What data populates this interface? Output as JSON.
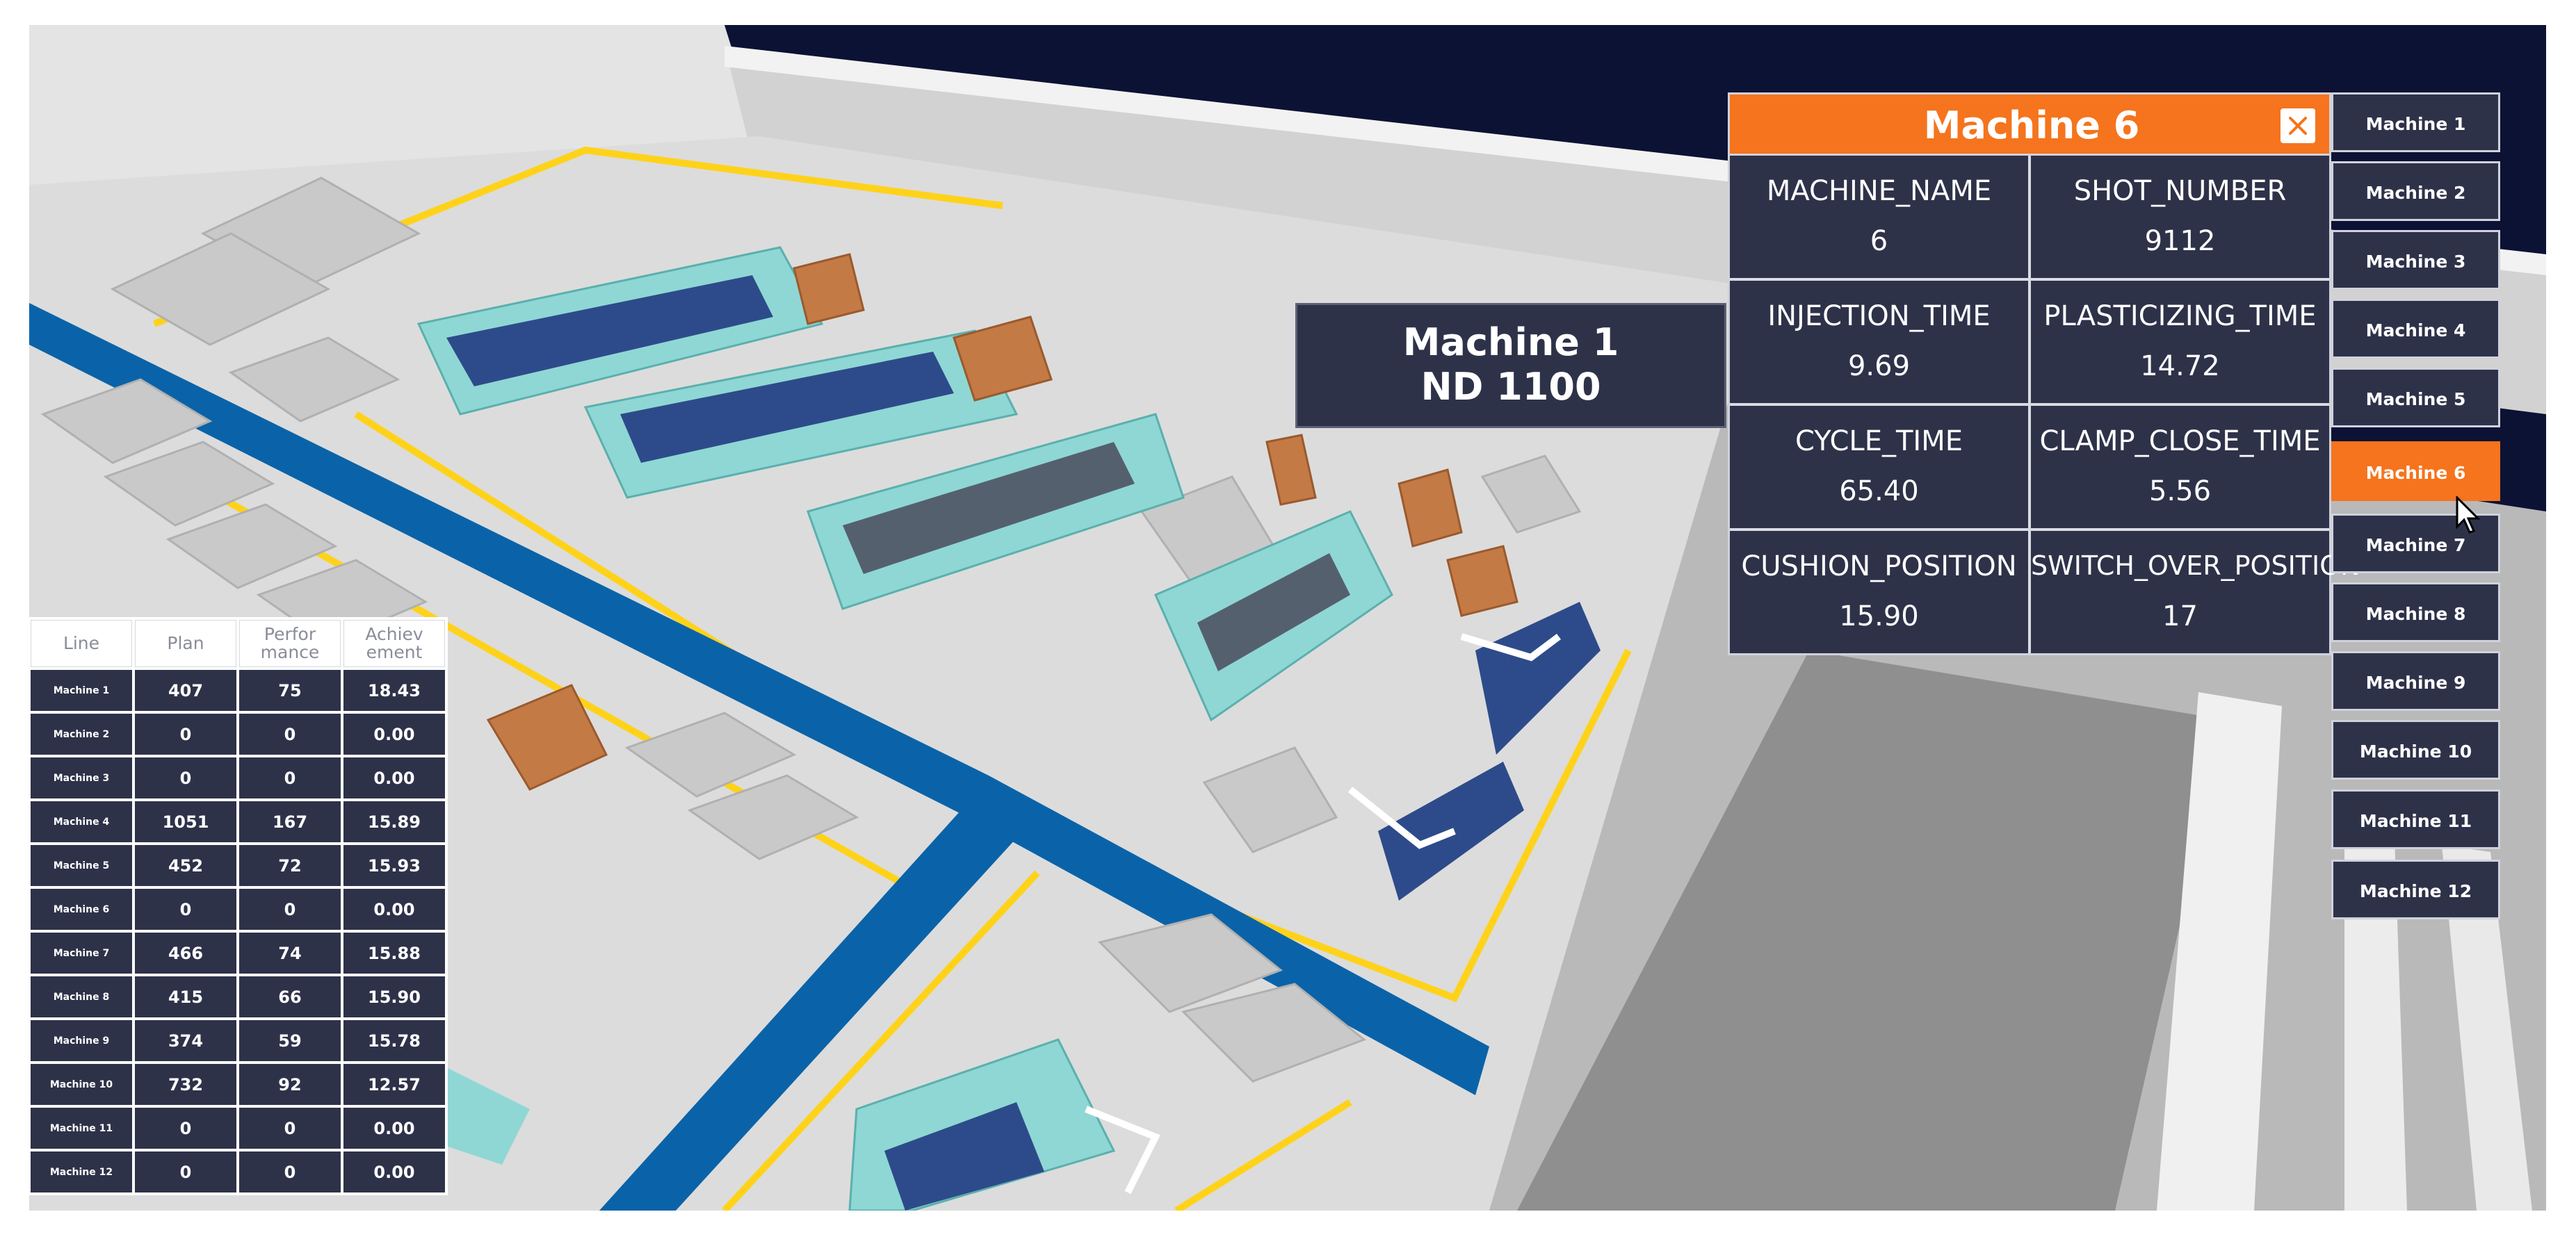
{
  "colors": {
    "accent": "#f5741d",
    "panel_bg": "#2e3249",
    "floor": "#dcdcdc",
    "conveyor": "#0a63a8",
    "lane": "#ffd21a",
    "machine": "#8fd7d4",
    "sky": "#0c1234"
  },
  "tooltip": {
    "line1": "Machine 1",
    "line2": "ND 1100"
  },
  "panel": {
    "title": "Machine 6",
    "close_icon": "close-icon",
    "fields": [
      {
        "label": "MACHINE_NAME",
        "value": "6"
      },
      {
        "label": "SHOT_NUMBER",
        "value": "9112"
      },
      {
        "label": "INJECTION_TIME",
        "value": "9.69"
      },
      {
        "label": "PLASTICIZING_TIME",
        "value": "14.72"
      },
      {
        "label": "CYCLE_TIME",
        "value": "65.40"
      },
      {
        "label": "CLAMP_CLOSE_TIME",
        "value": "5.56"
      },
      {
        "label": "CUSHION_POSITION",
        "value": "15.90"
      },
      {
        "label": "SWITCH_OVER_POSITION",
        "value": "17"
      }
    ]
  },
  "machines": {
    "selected_index": 5,
    "items": [
      "Machine 1",
      "Machine 2",
      "Machine 3",
      "Machine 4",
      "Machine 5",
      "Machine 6",
      "Machine 7",
      "Machine 8",
      "Machine 9",
      "Machine 10",
      "Machine 11",
      "Machine 12"
    ]
  },
  "table": {
    "headers": {
      "line": "Line",
      "plan": "Plan",
      "performance_1": "Perfor",
      "performance_2": "mance",
      "achievement_1": "Achiev",
      "achievement_2": "ement"
    },
    "rows": [
      {
        "line": "Machine 1",
        "plan": "407",
        "performance": "75",
        "achievement": "18.43"
      },
      {
        "line": "Machine 2",
        "plan": "0",
        "performance": "0",
        "achievement": "0.00"
      },
      {
        "line": "Machine 3",
        "plan": "0",
        "performance": "0",
        "achievement": "0.00"
      },
      {
        "line": "Machine 4",
        "plan": "1051",
        "performance": "167",
        "achievement": "15.89"
      },
      {
        "line": "Machine 5",
        "plan": "452",
        "performance": "72",
        "achievement": "15.93"
      },
      {
        "line": "Machine 6",
        "plan": "0",
        "performance": "0",
        "achievement": "0.00"
      },
      {
        "line": "Machine 7",
        "plan": "466",
        "performance": "74",
        "achievement": "15.88"
      },
      {
        "line": "Machine 8",
        "plan": "415",
        "performance": "66",
        "achievement": "15.90"
      },
      {
        "line": "Machine 9",
        "plan": "374",
        "performance": "59",
        "achievement": "15.78"
      },
      {
        "line": "Machine 10",
        "plan": "732",
        "performance": "92",
        "achievement": "12.57"
      },
      {
        "line": "Machine 11",
        "plan": "0",
        "performance": "0",
        "achievement": "0.00"
      },
      {
        "line": "Machine 12",
        "plan": "0",
        "performance": "0",
        "achievement": "0.00"
      }
    ]
  }
}
